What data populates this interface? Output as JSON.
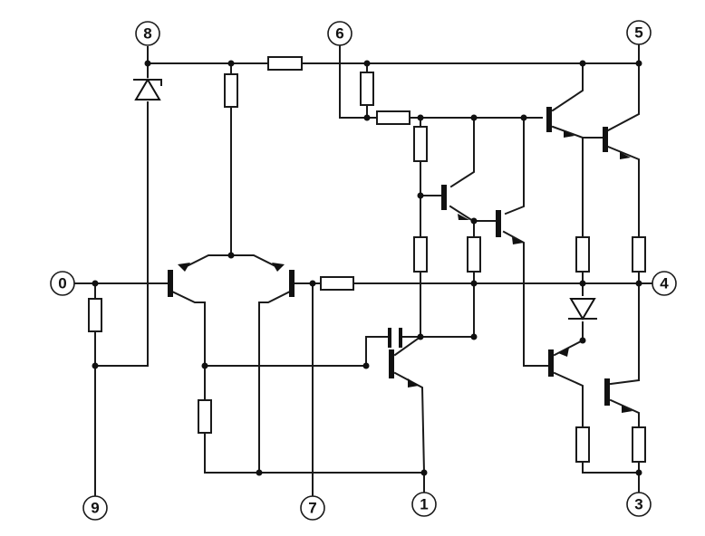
{
  "pins": {
    "p0": "0",
    "p1": "1",
    "p3": "3",
    "p4": "4",
    "p5": "5",
    "p6": "6",
    "p7": "7",
    "p8": "8",
    "p9": "9"
  }
}
